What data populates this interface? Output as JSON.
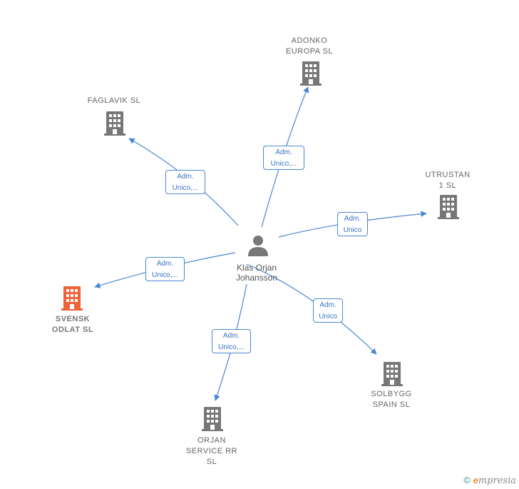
{
  "center": {
    "label": "Klas Orjan\nJohansson",
    "icon": "person-icon"
  },
  "companies": [
    {
      "id": "adonko",
      "label": "ADONKO\nEUROPA  SL",
      "color": "#777777",
      "icon": "building-icon"
    },
    {
      "id": "faglavik",
      "label": "FAGLAVIK  SL",
      "color": "#777777",
      "icon": "building-icon"
    },
    {
      "id": "utrustan",
      "label": "UTRUSTAN\n1  SL",
      "color": "#777777",
      "icon": "building-icon"
    },
    {
      "id": "svensk",
      "label": "SVENSK\nODLAT  SL",
      "color": "#f0623a",
      "icon": "building-icon",
      "highlight": true
    },
    {
      "id": "solbygg",
      "label": "SOLBYGG\nSPAIN  SL",
      "color": "#777777",
      "icon": "building-icon"
    },
    {
      "id": "orjan",
      "label": "ORJAN\nSERVICE RR\nSL",
      "color": "#777777",
      "icon": "building-icon"
    }
  ],
  "edges": [
    {
      "to": "adonko",
      "label": "Adm.\nUnico,..."
    },
    {
      "to": "faglavik",
      "label": "Adm.\nUnico,..."
    },
    {
      "to": "utrustan",
      "label": "Adm.\nUnico"
    },
    {
      "to": "svensk",
      "label": "Adm.\nUnico,..."
    },
    {
      "to": "solbygg",
      "label": "Adm.\nUnico"
    },
    {
      "to": "orjan",
      "label": "Adm.\nUnico,..."
    }
  ],
  "footer": {
    "copyright": "©",
    "brand_initial": "e",
    "brand_rest": "mpresia"
  },
  "colors": {
    "edge": "#4a86d6",
    "building": "#777777",
    "highlight": "#f0623a",
    "person": "#777777"
  }
}
